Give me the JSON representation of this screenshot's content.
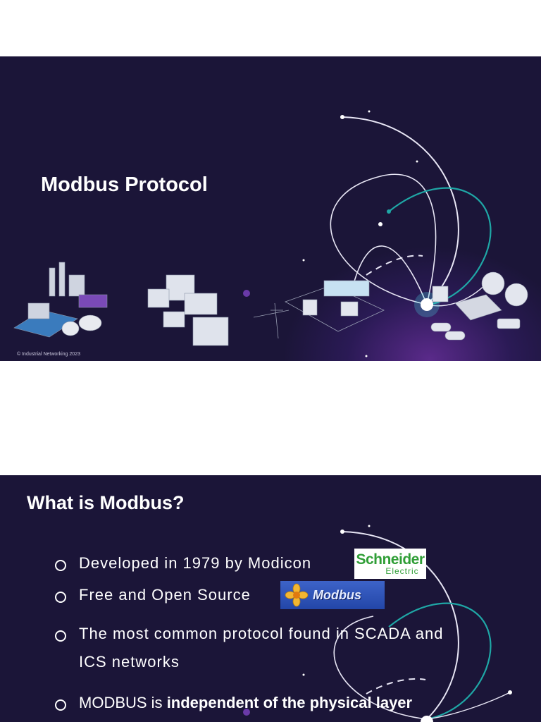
{
  "slide1": {
    "title": "Modbus Protocol",
    "copyright": "© Industrial Networking 2023"
  },
  "slide2": {
    "title": "What is Modbus?",
    "bullets": [
      {
        "text": "Developed in 1979 by Modicon"
      },
      {
        "text": "Free and Open Source"
      },
      {
        "text": "The most common protocol found in SCADA and ICS networks"
      },
      {
        "prefix": "MODBUS is ",
        "bold": "independent of the physical layer"
      }
    ],
    "logos": {
      "schneider_line1": "Schneider",
      "schneider_line2": "Electric",
      "modbus": "Modbus"
    }
  },
  "colors": {
    "slide_bg": "#1b1538",
    "accent_teal": "#1fa7a6",
    "glow_purple": "#5a2a8a",
    "schneider_green": "#2f9e36",
    "modbus_blue": "#2346a8"
  }
}
